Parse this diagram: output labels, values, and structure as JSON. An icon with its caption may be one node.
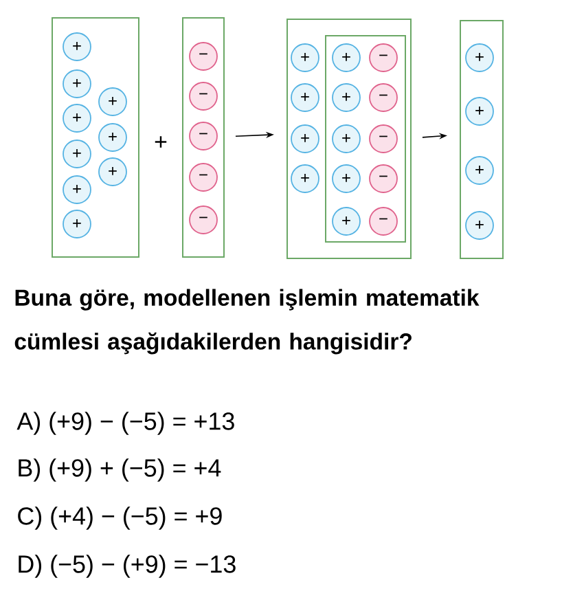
{
  "diagram": {
    "nodes": [
      {
        "text": [],
        "shape": "box"
      },
      {
        "text": [
          "+"
        ],
        "in": 0
      },
      {
        "text": [
          "+"
        ],
        "in": 0
      },
      {
        "text": [
          "+"
        ],
        "in": 0
      },
      {
        "text": [
          "+"
        ],
        "in": 0
      },
      {
        "text": [
          "+"
        ],
        "in": 0
      },
      {
        "text": [
          "+"
        ],
        "in": 0
      },
      {
        "text": [
          "+"
        ],
        "in": 0
      },
      {
        "text": [
          "+"
        ],
        "in": 0
      },
      {
        "text": [
          "+"
        ],
        "in": 0
      },
      {
        "text": [],
        "shape": "box"
      },
      {
        "text": [
          "−"
        ],
        "in": 10
      },
      {
        "text": [
          "−"
        ],
        "in": 10
      },
      {
        "text": [
          "−"
        ],
        "in": 10
      },
      {
        "text": [
          "−"
        ],
        "in": 10
      },
      {
        "text": [
          "−"
        ],
        "in": 10
      },
      {
        "text": [],
        "shape": "box"
      },
      {
        "text": [
          "+"
        ],
        "in": 16
      },
      {
        "text": [
          "+"
        ],
        "in": 16
      },
      {
        "text": [
          "+"
        ],
        "in": 16
      },
      {
        "text": [
          "+"
        ],
        "in": 16
      },
      {
        "text": [],
        "shape": "box",
        "in": 16
      },
      {
        "text": [
          "+"
        ],
        "in": 21
      },
      {
        "text": [
          "−"
        ],
        "in": 21
      },
      {
        "text": [
          "+"
        ],
        "in": 21
      },
      {
        "text": [
          "−"
        ],
        "in": 21
      },
      {
        "text": [
          "+"
        ],
        "in": 21
      },
      {
        "text": [
          "−"
        ],
        "in": 21
      },
      {
        "text": [
          "+"
        ],
        "in": 21
      },
      {
        "text": [
          "−"
        ],
        "in": 21
      },
      {
        "text": [
          "+"
        ],
        "in": 21
      },
      {
        "text": [
          "−"
        ],
        "in": 21
      },
      {
        "text": [],
        "shape": "box"
      },
      {
        "text": [
          "+"
        ],
        "in": 32
      },
      {
        "text": [
          "+"
        ],
        "in": 32
      },
      {
        "text": [
          "+"
        ],
        "in": 32
      },
      {
        "text": [
          "+"
        ],
        "in": 32
      }
    ],
    "edges": [
      {
        "from": 10,
        "to": 16,
        "arrow": "to"
      },
      {
        "from": 16,
        "to": 32,
        "arrow": "to"
      }
    ],
    "labels": [
      "+",
      "Buna göre, modellenen işlemin matematik cümlesi aşağıdakilerden hangisidir?",
      "A) (+9) − (−5) = +13",
      "B) (+9) + (−5) = +4",
      "C) (+4) − (−5) = +9",
      "D) (−5) − (+9) = −13"
    ]
  }
}
